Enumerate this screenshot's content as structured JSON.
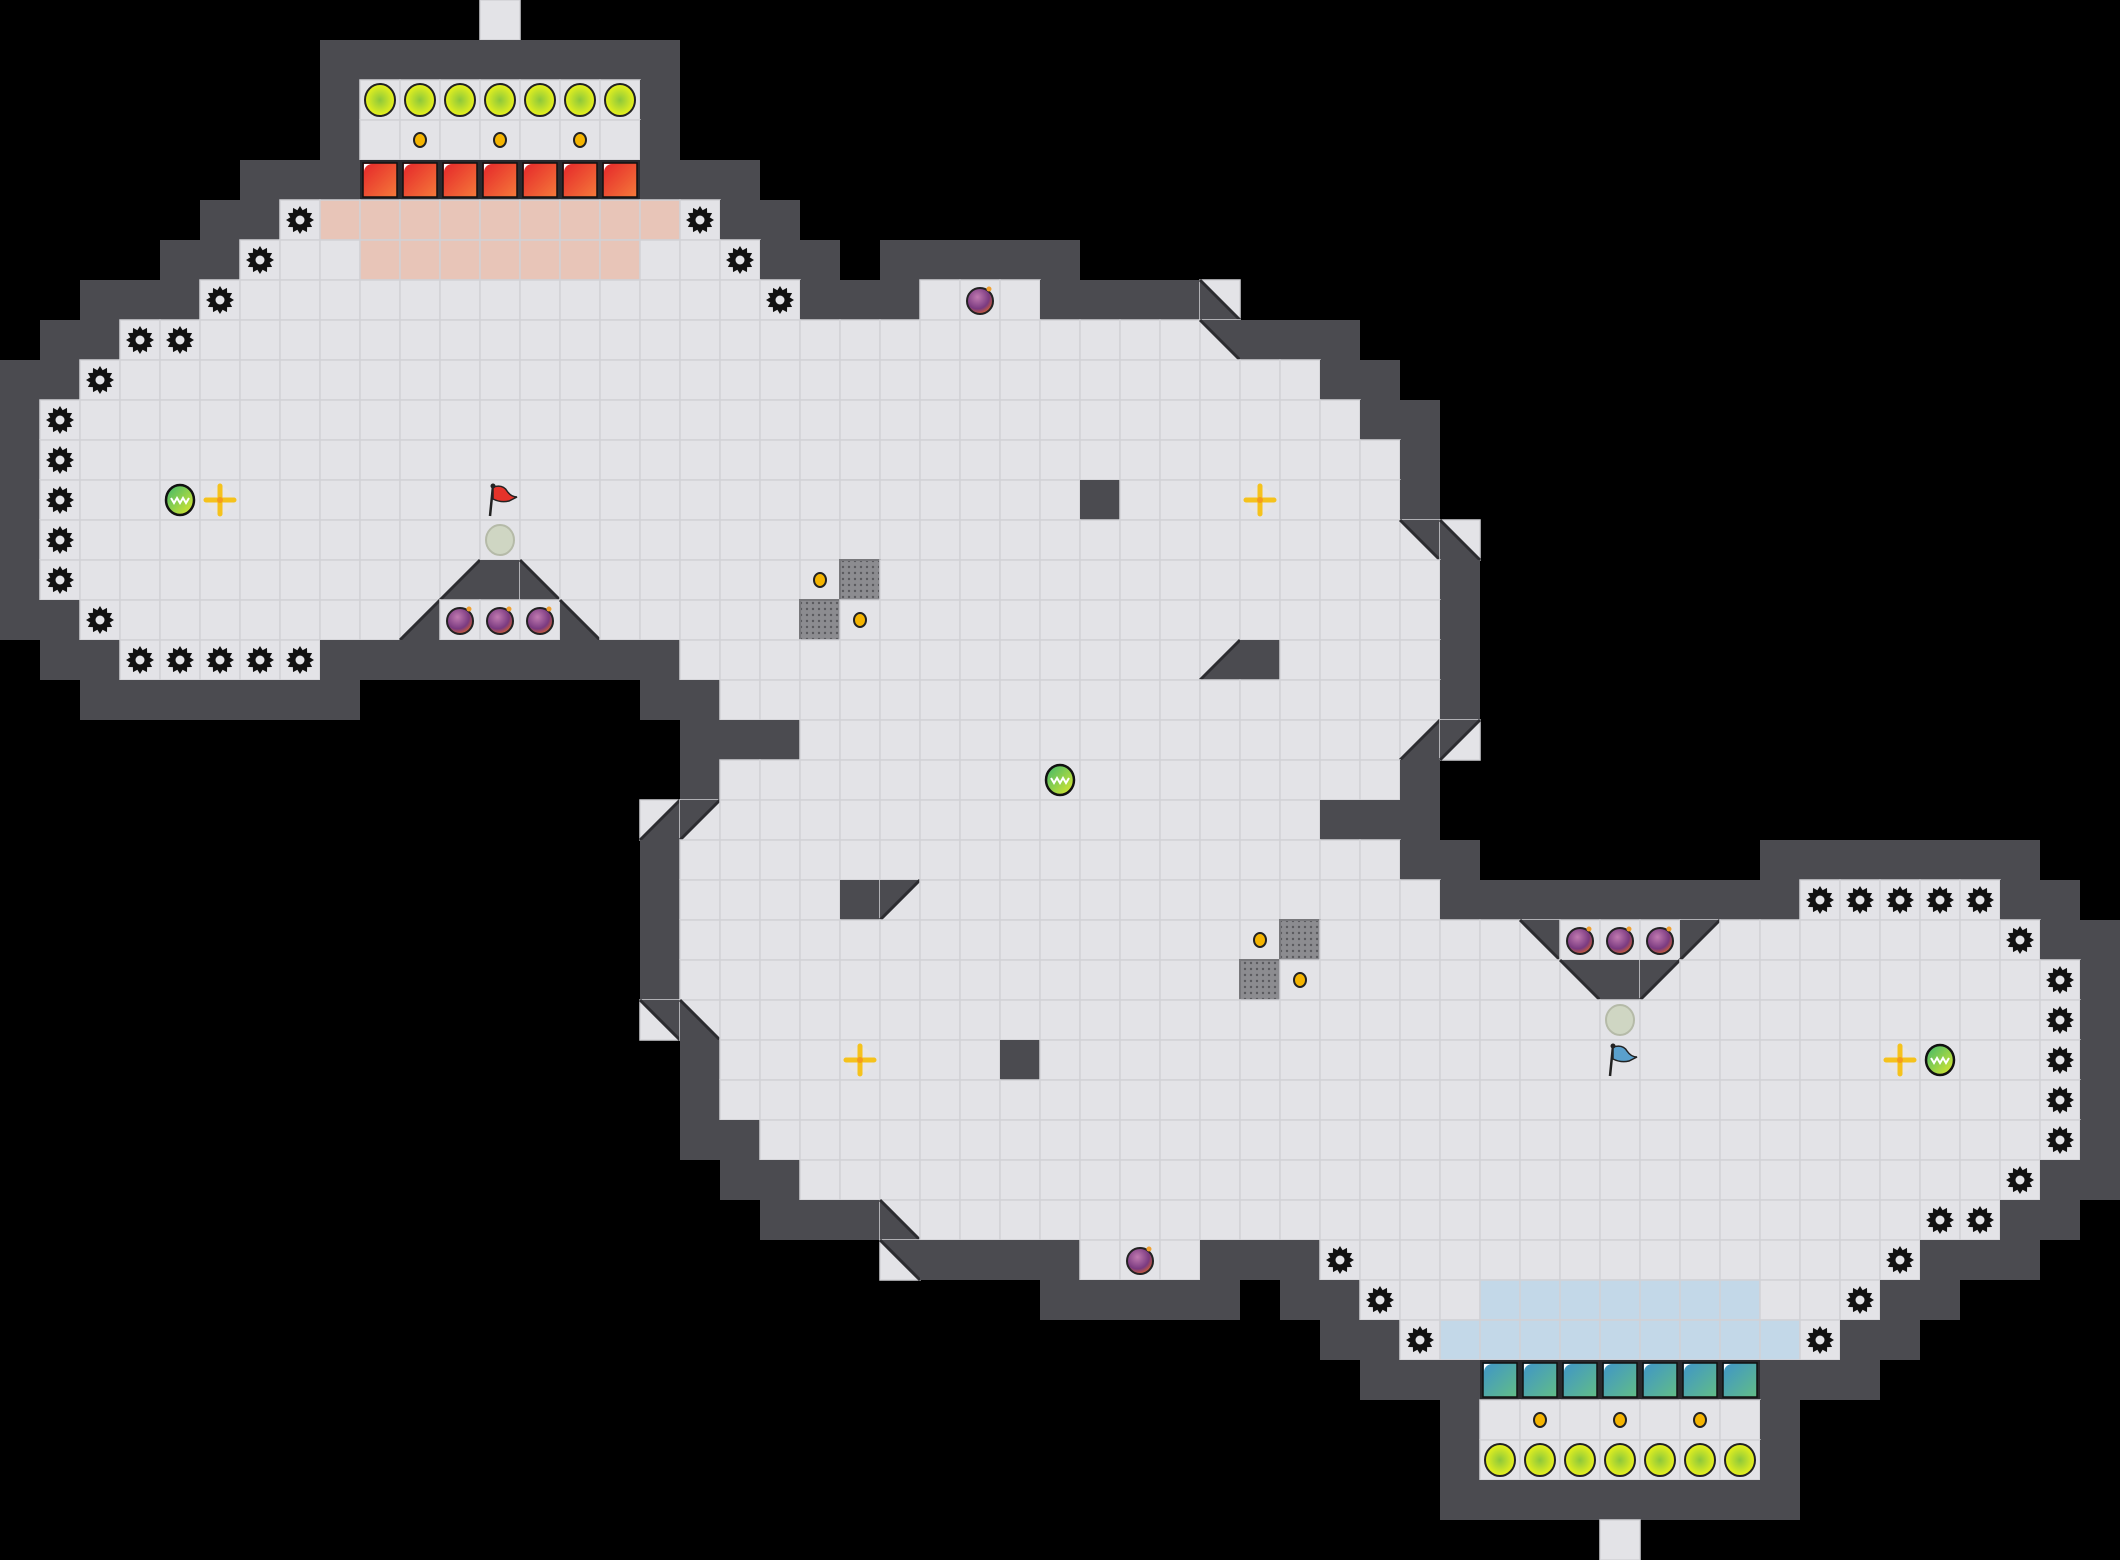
{
  "game": {
    "type": "capture-the-flag arena map",
    "teams": [
      "red",
      "blue"
    ]
  },
  "colors": {
    "background": "#000000",
    "floor": "#e3e3e7",
    "floor_line": "#d1d1d6",
    "wall": "#4b4b50",
    "wall_edge": "#2c2c30",
    "red_endzone": "#e8c5b8",
    "blue_endzone": "#c3d8e8",
    "red_block_a": "#e5262a",
    "red_block_b": "#f57a3a",
    "blue_block_a": "#3f95c9",
    "blue_block_b": "#62bd86",
    "red_flag": "#e5332a",
    "blue_flag": "#5aa0cc",
    "boost": "#f5c21b",
    "bomb": "#8a3f86",
    "powerup": "#4cbf6b",
    "pad_inner": "#8cc83c",
    "pad_outer": "#e9f21c"
  },
  "entities": {
    "Y": "yellow-pad-icon",
    "o": "pellet-icon",
    "R": "red-block",
    "B": "blue-block",
    "P": "red-endzone-tile",
    "Q": "blue-endzone-tile",
    "S": "spike-icon",
    "M": "bomb-icon",
    "G": "powerup-icon",
    "+": "boost-icon",
    "F": "red-flag-icon",
    "H": "blue-flag-icon",
    "O": "flag-base-icon",
    "X": "grate-tile"
  }
}
